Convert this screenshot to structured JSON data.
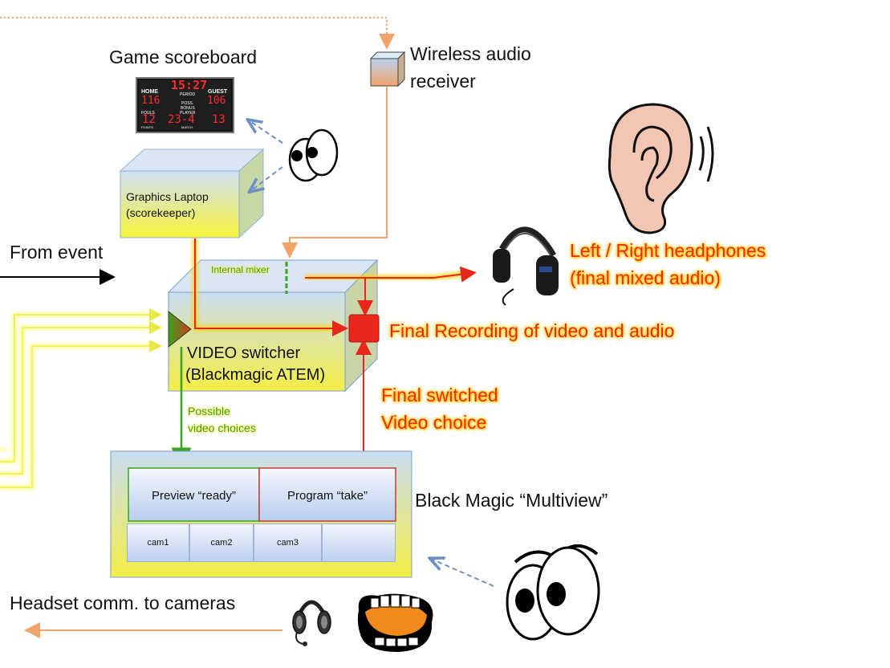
{
  "labels": {
    "game_scoreboard": "Game scoreboard",
    "wireless_line1": "Wireless audio",
    "wireless_line2": "receiver",
    "laptop_line1": "Graphics Laptop",
    "laptop_line2": "(scorekeeper)",
    "from_event": "From event",
    "internal_mixer": "Internal mixer",
    "headphones_line1": "Left / Right headphones",
    "headphones_line2": "(final mixed audio)",
    "final_recording": "Final Recording of video and audio",
    "switcher_line1": "VIDEO switcher",
    "switcher_line2": "(Blackmagic ATEM)",
    "possible_line1": "Possible",
    "possible_line2": "video choices",
    "final_switched_line1": "Final switched",
    "final_switched_line2": "Video choice",
    "preview": "Preview “ready”",
    "program": "Program “take”",
    "multiview": "Black Magic “Multiview”",
    "headset": "Headset comm. to cameras"
  },
  "cams": [
    "cam1",
    "cam2",
    "cam3",
    ""
  ],
  "scoreboard": {
    "home": "HOME",
    "guest": "GUEST",
    "clock": "15:27",
    "home_score": "116",
    "guest_score": "106",
    "home_fouls": "12",
    "guest_fouls": "13",
    "period_player": "23-4",
    "period": "PERIOD",
    "poss": "POSS.",
    "bonus": "BONUS",
    "player": "PLAYER",
    "fouls": "FOULS",
    "points": "POINTS",
    "match": "MATCH"
  },
  "colors": {
    "audio_line": "#f2a36a",
    "video_input_line": "#ffff44",
    "program_line": "#e8261c",
    "preview_line": "#3aa321",
    "eye_arrow": "#6d8fc7",
    "event_arrow": "#000000",
    "laptop_box_top": "#cfe0f5",
    "laptop_box_bottom": "#f7f240",
    "multiview_bg_top": "#c7d8f2",
    "multiview_bg_bottom": "#f4f23c"
  },
  "icons": [
    "scoreboard-icon",
    "audio-receiver-cube-icon",
    "eyes-icon",
    "ear-icon",
    "studio-headphones-icon",
    "aviation-headset-icon",
    "open-mouth-icon",
    "big-eyes-icon",
    "record-square-icon"
  ]
}
